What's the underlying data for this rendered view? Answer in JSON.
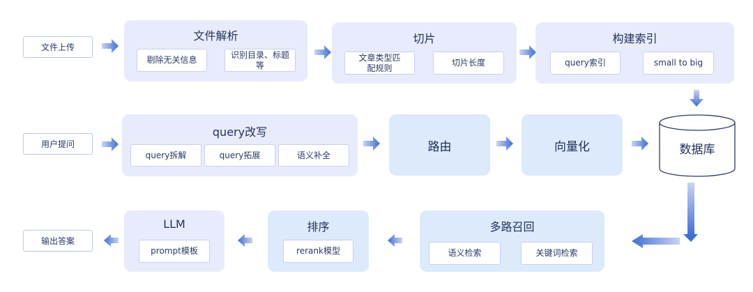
{
  "row1": {
    "upload": "文件上传",
    "parse": {
      "title": "文件解析",
      "items": [
        "剔除无关信息",
        "识别目录、标题等"
      ]
    },
    "chunk": {
      "title": "切片",
      "items": [
        "文章类型匹配规则",
        "切片长度"
      ]
    },
    "index": {
      "title": "构建索引",
      "items": [
        "query索引",
        "small to big"
      ]
    }
  },
  "row2": {
    "ask": "用户提问",
    "rewrite": {
      "title": "query改写",
      "items": [
        "query拆解",
        "query拓展",
        "语义补全"
      ]
    },
    "route": "路由",
    "vectorize": "向量化",
    "database": "数据库"
  },
  "row3": {
    "answer": "输出答案",
    "llm": {
      "title": "LLM",
      "items": [
        "prompt模板"
      ]
    },
    "rank": {
      "title": "排序",
      "items": [
        "rerank模型"
      ]
    },
    "recall": {
      "title": "多路召回",
      "items": [
        "语义检索",
        "关键词检索"
      ]
    }
  },
  "colors": {
    "arrow_start": "#c9d3f3",
    "arrow_end": "#3f6fd6",
    "group_lavender": "#e8ebfb",
    "group_sky": "#dceafb"
  }
}
